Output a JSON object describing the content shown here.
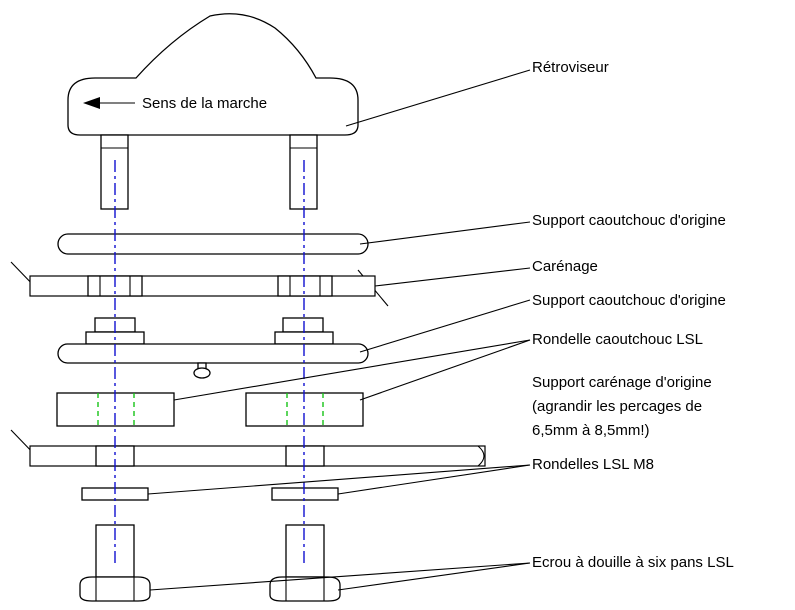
{
  "direction_label": "Sens de la  marche",
  "callouts": [
    "Rétroviseur",
    "Support caoutchouc d'origine",
    "Carénage",
    "Support caoutchouc d'origine",
    "Rondelle caoutchouc LSL",
    "Support carénage d'origine",
    "(agrandir les percages de",
    "6,5mm à 8,5mm!)",
    "Rondelles LSL  M8",
    "Ecrou à douille à six pans LSL"
  ],
  "colors": {
    "outline": "#000000",
    "center_axis": "#1010d0",
    "hatch": "#ff1a1a",
    "hole_marks": "#17c317"
  }
}
